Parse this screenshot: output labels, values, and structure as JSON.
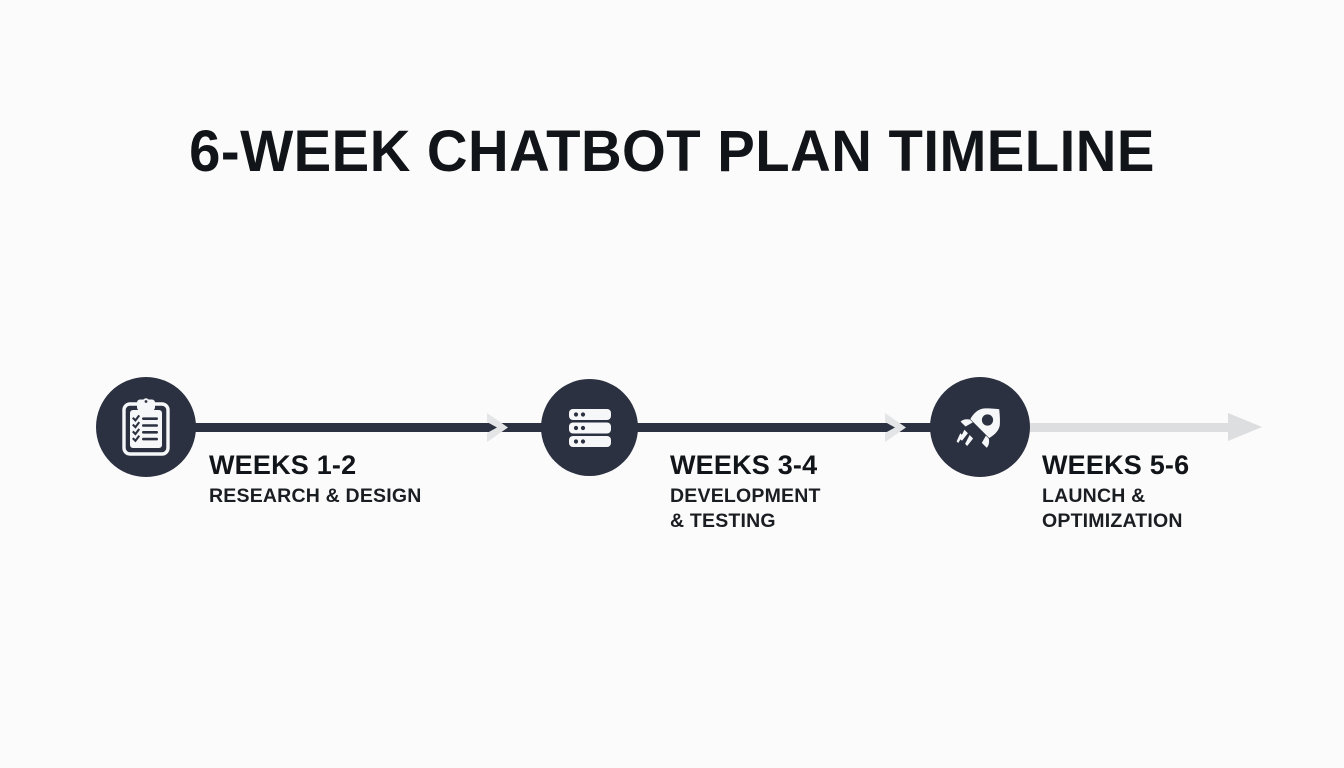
{
  "page": {
    "title": "6-WEEK CHATBOT PLAN TIMELINE",
    "background_color": "#fbfbfb",
    "accent_dark": "#2b3140",
    "accent_light": "#dddedf",
    "text_color": "#111418"
  },
  "timeline": {
    "orientation": "horizontal",
    "milestones": [
      {
        "id": "weeks-1-2",
        "icon": "clipboard-checklist-icon",
        "heading": "WEEKS 1-2",
        "subtitle": "RESEARCH & DESIGN",
        "circle_color": "#2b3140",
        "connector_after": "dark"
      },
      {
        "id": "weeks-3-4",
        "icon": "server-stack-icon",
        "heading": "WEEKS 3-4",
        "subtitle": "DEVELOPMENT\n& TESTING",
        "circle_color": "#2b3140",
        "connector_after": "dark"
      },
      {
        "id": "weeks-5-6",
        "icon": "rocket-icon",
        "heading": "WEEKS 5-6",
        "subtitle": "LAUNCH &\nOPTIMIZATION",
        "circle_color": "#2b3140",
        "connector_after": "light"
      }
    ]
  }
}
